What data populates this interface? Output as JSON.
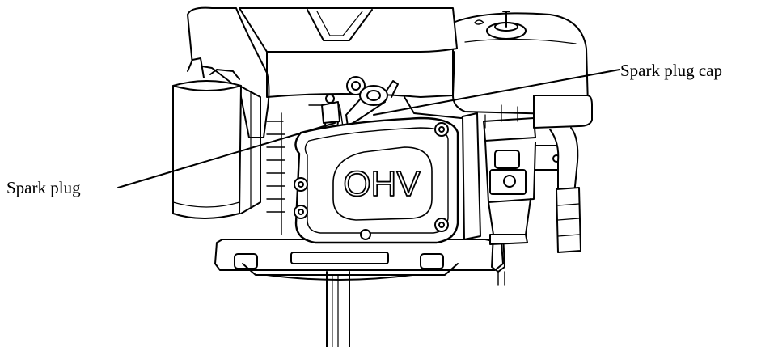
{
  "labels": {
    "spark_plug_cap": "Spark plug cap",
    "spark_plug": "Spark plug"
  },
  "engine": {
    "cover_text": "OHV"
  }
}
